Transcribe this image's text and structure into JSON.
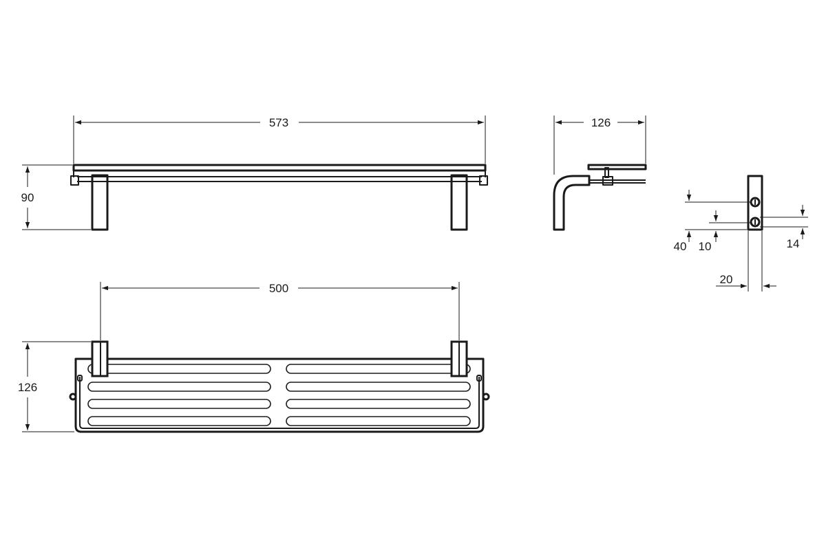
{
  "dimensions": {
    "front_width": "573",
    "front_height": "90",
    "side_depth": "126",
    "top_spacing": "500",
    "top_depth": "126",
    "mount_40": "40",
    "mount_10": "10",
    "mount_14": "14",
    "mount_20": "20"
  },
  "colors": {
    "line": "#1a1a1a",
    "background": "#ffffff"
  }
}
